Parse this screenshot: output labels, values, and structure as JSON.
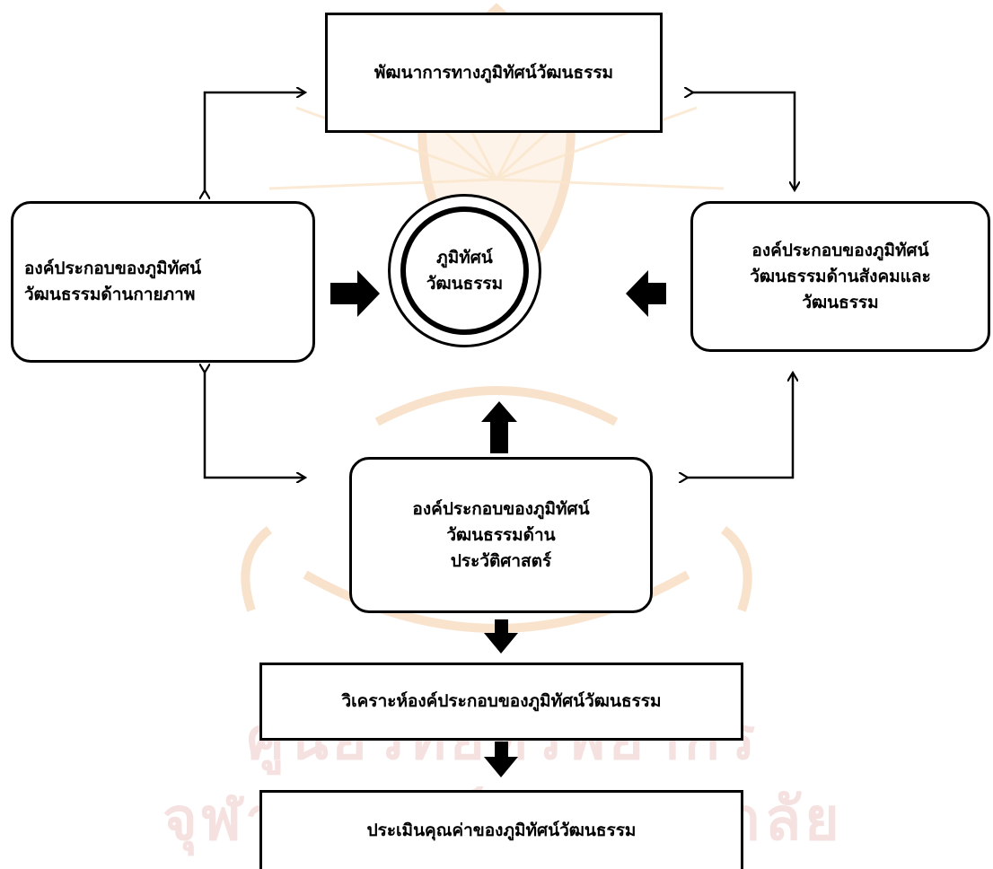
{
  "watermark": {
    "line1": "ศูนย์วิทยทรัพยากร",
    "line2": "จุฬาลงกรณ์มหาวิทยาลัย"
  },
  "diagram": {
    "top_box": "พัฒนาการทางภูมิทัศน์วัฒนธรรม",
    "left_box": "องค์ประกอบของภูมิทัศน์\nวัฒนธรรมด้านกายภาพ",
    "center": "ภูมิทัศน์\nวัฒนธรรม",
    "right_box": "องค์ประกอบของภูมิทัศน์\nวัฒนธรรมด้านสังคมและ\nวัฒนธรรม",
    "bottom_box": "องค์ประกอบของภูมิทัศน์\nวัฒนธรรมด้าน\nประวัติศาสตร์",
    "analysis_box": "วิเคราะห์องค์ประกอบของภูมิทัศน์วัฒนธรรม",
    "evaluation_box": "ประเมินคุณค่าของภูมิทัศน์วัฒนธรรม"
  }
}
